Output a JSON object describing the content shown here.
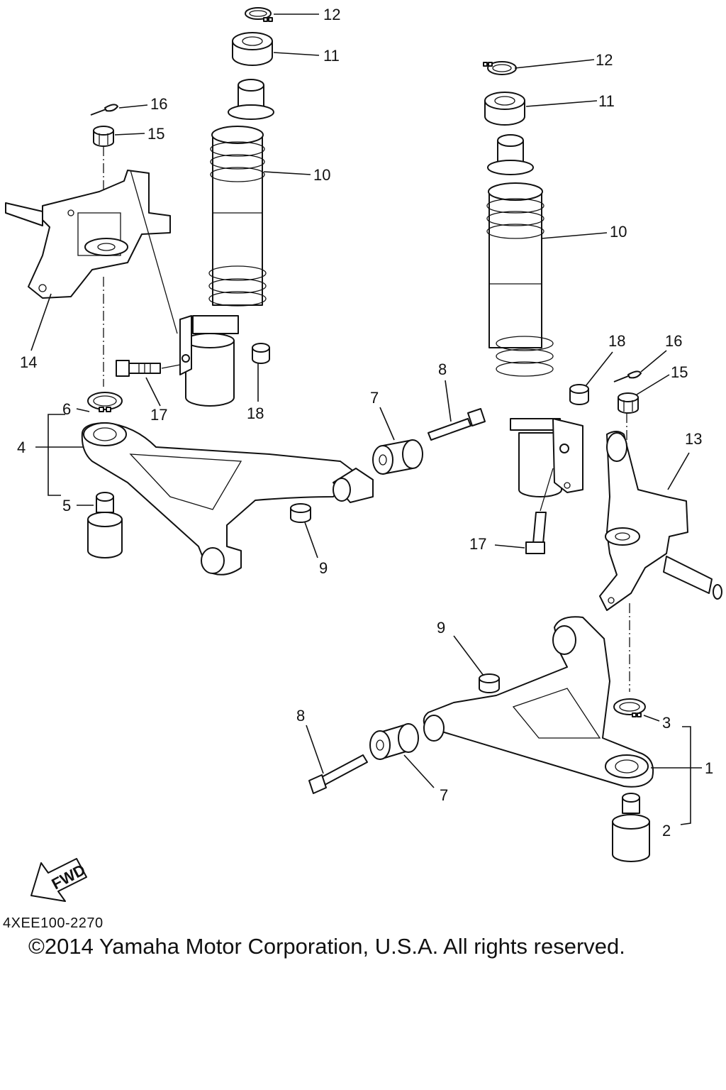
{
  "diagram": {
    "callouts": [
      {
        "id": "c12a",
        "text": "12"
      },
      {
        "id": "c11a",
        "text": "11"
      },
      {
        "id": "c16a",
        "text": "16"
      },
      {
        "id": "c15a",
        "text": "15"
      },
      {
        "id": "c10a",
        "text": "10"
      },
      {
        "id": "c14",
        "text": "14"
      },
      {
        "id": "c17a",
        "text": "17"
      },
      {
        "id": "c18a",
        "text": "18"
      },
      {
        "id": "c6",
        "text": "6"
      },
      {
        "id": "c4",
        "text": "4"
      },
      {
        "id": "c5",
        "text": "5"
      },
      {
        "id": "c7a",
        "text": "7"
      },
      {
        "id": "c8a",
        "text": "8"
      },
      {
        "id": "c9a",
        "text": "9"
      },
      {
        "id": "c12b",
        "text": "12"
      },
      {
        "id": "c11b",
        "text": "11"
      },
      {
        "id": "c10b",
        "text": "10"
      },
      {
        "id": "c18b",
        "text": "18"
      },
      {
        "id": "c16b",
        "text": "16"
      },
      {
        "id": "c15b",
        "text": "15"
      },
      {
        "id": "c13",
        "text": "13"
      },
      {
        "id": "c17b",
        "text": "17"
      },
      {
        "id": "c9b",
        "text": "9"
      },
      {
        "id": "c8b",
        "text": "8"
      },
      {
        "id": "c7b",
        "text": "7"
      },
      {
        "id": "c3",
        "text": "3"
      },
      {
        "id": "c1",
        "text": "1"
      },
      {
        "id": "c2",
        "text": "2"
      }
    ],
    "fwd_label": "FWD"
  },
  "footer": {
    "diagram_code": "4XEE100-2270",
    "copyright": "©2014 Yamaha Motor Corporation, U.S.A. All rights reserved."
  }
}
